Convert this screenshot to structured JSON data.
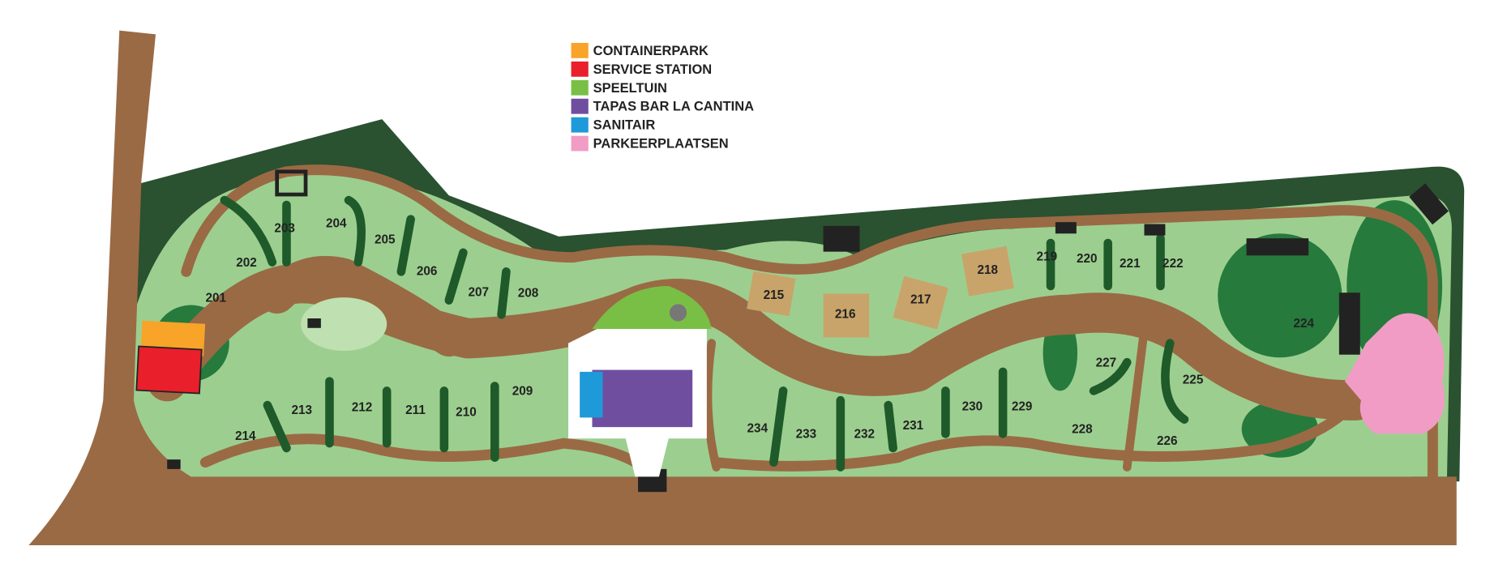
{
  "legend": [
    {
      "label": "CONTAINERPARK",
      "color": "#f7a429"
    },
    {
      "label": "SERVICE STATION",
      "color": "#e91f2b"
    },
    {
      "label": "SPEELTUIN",
      "color": "#79bf45"
    },
    {
      "label": "TAPAS BAR LA CANTINA",
      "color": "#6f4ea0"
    },
    {
      "label": "SANITAIR",
      "color": "#1f9ad9"
    },
    {
      "label": "PARKEERPLAATSEN",
      "color": "#f19cc5"
    }
  ],
  "pitches": [
    "201",
    "202",
    "203",
    "204",
    "205",
    "206",
    "207",
    "208",
    "209",
    "210",
    "211",
    "212",
    "213",
    "214",
    "215",
    "216",
    "217",
    "218",
    "219",
    "220",
    "221",
    "222",
    "224",
    "225",
    "226",
    "227",
    "228",
    "229",
    "230",
    "231",
    "232",
    "233",
    "234"
  ],
  "colors": {
    "road": "#9a6a45",
    "forest": "#2a5130",
    "grass": "#9ccf8f",
    "hedge": "#1f5a2a",
    "bungalow": "#c9a46a",
    "building": "#222"
  }
}
